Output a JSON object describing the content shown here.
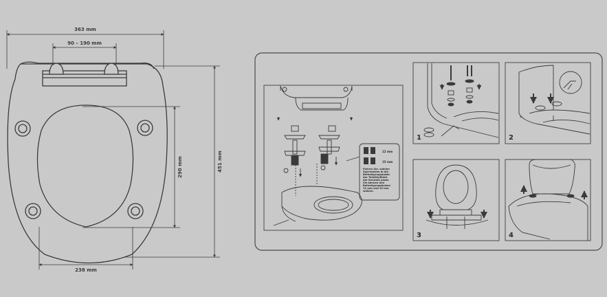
{
  "dimensions": {
    "total_width": "363 mm",
    "hinge_distance": "90 – 190 mm",
    "inner_height": "290 mm",
    "total_length": "451 mm",
    "inner_width": "238 mm"
  },
  "steps": {
    "one": "1",
    "two": "2",
    "three": "3",
    "four": "4"
  },
  "fitting": {
    "size_a": "12 mm",
    "size_b": "15 mm",
    "note_lines": [
      "Führen Sie, wählen",
      "Sperrbolzen je die",
      "Befestigungsplatte",
      "der Toilette/Bidet",
      "der Keramik passt.",
      "Sie können den",
      "Befestigungsbolzen",
      "12 mm und 15 mm",
      "wählen."
    ]
  },
  "colors": {
    "background": "#c9c9c9",
    "line": "#3a3a3a",
    "panel_stroke": "#4a4a4a"
  }
}
